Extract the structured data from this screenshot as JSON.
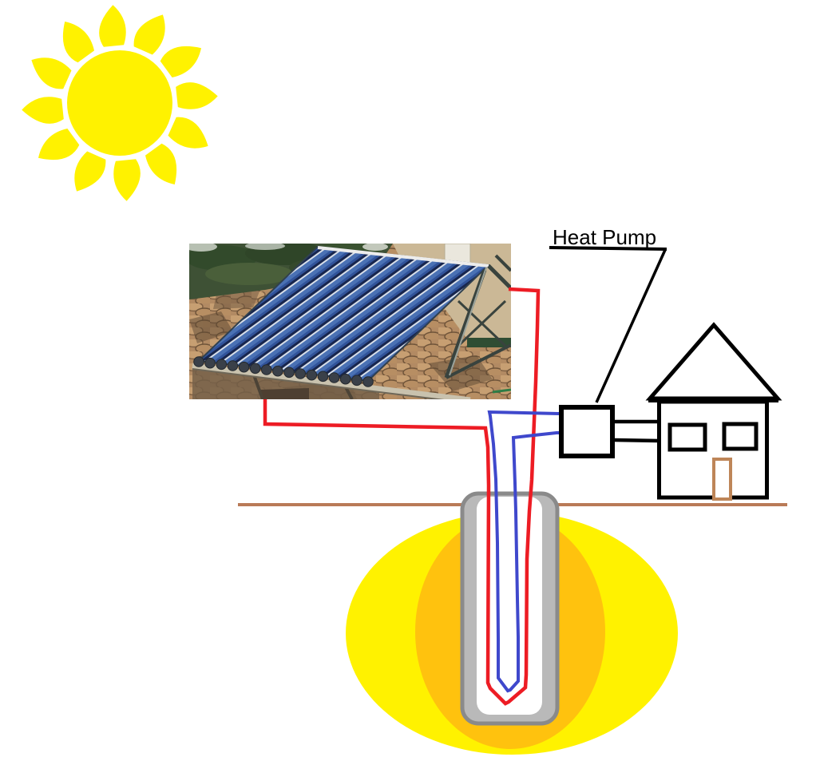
{
  "diagram": {
    "heat_pump_label": "Heat Pump"
  },
  "colors": {
    "background": "#FFFFFF",
    "sun_yellow": "#FFF200",
    "hot_pipe_red": "#ED1C24",
    "cold_pipe_blue": "#3F48CC",
    "outline_black": "#000000",
    "ground_line_brown": "#B97A57",
    "door_brown": "#BE8558",
    "heat_plume_outer": "#FFF200",
    "heat_plume_inner": "#FFC20E",
    "borehole_fill": "#B9B9B9",
    "borehole_edge": "#8A8A8A",
    "borehole_interior": "#FFFFFF"
  },
  "icons": {
    "sun-icon": "yellow sun disc with 12 curved flame rays",
    "solar-collector-photo": "photo of rooftop evacuated-tube solar collector",
    "house-icon": "outline house with roof, two windows and brown door",
    "borehole-icon": "gray ground borehole casing with red/blue U-tube"
  }
}
